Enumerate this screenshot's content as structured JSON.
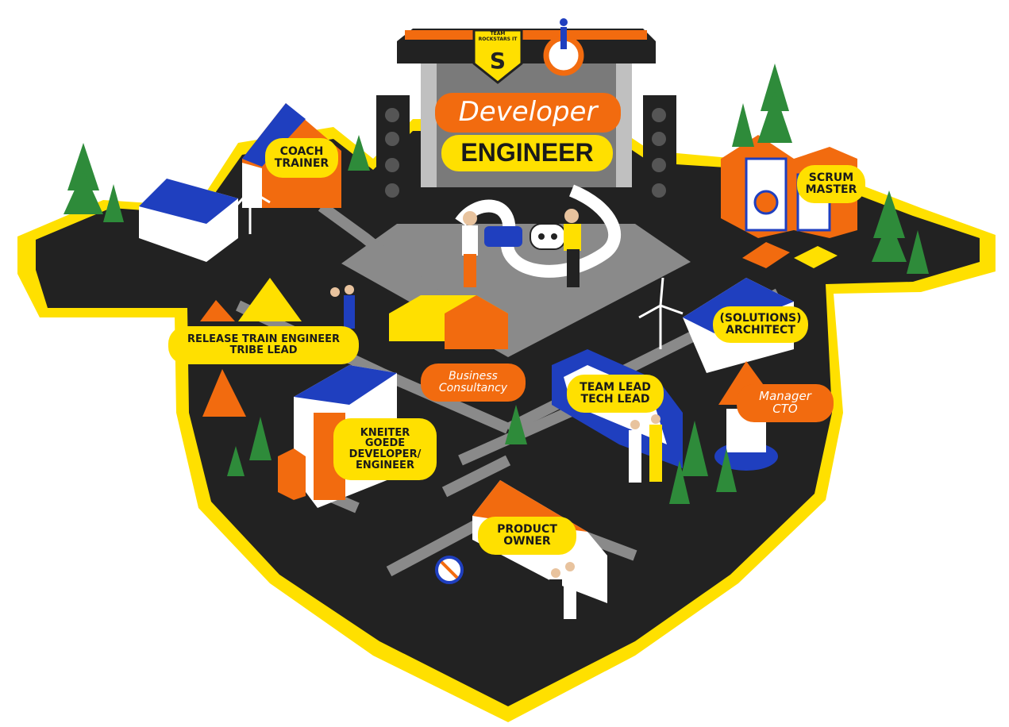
{
  "stage": {
    "role_top": "Developer",
    "role_bottom": "ENGINEER",
    "badge": "TEAM\nROCKSTARS IT"
  },
  "areas": [
    {
      "id": "coach",
      "text": "COACH\nTRAINER"
    },
    {
      "id": "scrum",
      "text": "SCRUM\nMASTER"
    },
    {
      "id": "architect",
      "text": "(SOLUTIONS)\nARCHITECT"
    },
    {
      "id": "rte",
      "text": "RELEASE TRAIN ENGINEER\nTRIBE LEAD"
    },
    {
      "id": "business",
      "text": "Business\nConsultancy"
    },
    {
      "id": "teamlead",
      "text": "TEAM LEAD\nTECH LEAD"
    },
    {
      "id": "manager",
      "text": "Manager\nCTO"
    },
    {
      "id": "kneiter",
      "text": "KNEITER\nGOEDE\nDEVELOPER/\nENGINEER"
    },
    {
      "id": "po",
      "text": "PRODUCT\nOWNER"
    }
  ],
  "colors": {
    "yellow": "#FFE000",
    "orange": "#F26B0F",
    "black": "#222222",
    "blue": "#1F3FBF",
    "grey": "#8a8a8a",
    "tree": "#2E8B3A"
  }
}
